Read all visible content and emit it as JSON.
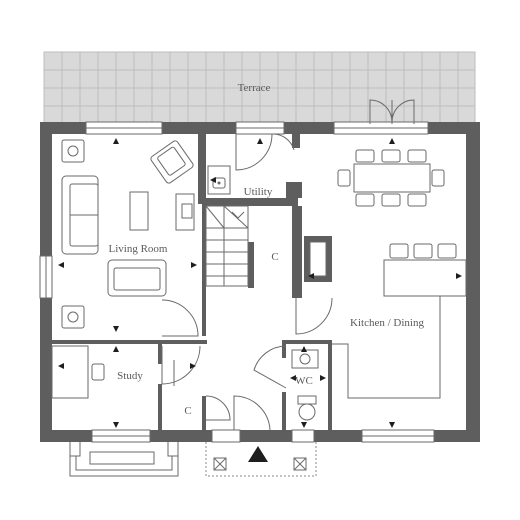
{
  "plan": {
    "rooms": {
      "terrace": "Terrace",
      "living_room": "Living Room",
      "utility": "Utility",
      "cupboard_stair": "C",
      "kitchen_dining": "Kitchen / Dining",
      "study": "Study",
      "cupboard_hall": "C",
      "wc": "WC"
    }
  },
  "colors": {
    "wall": "#5e5e5e",
    "terrace_fill": "#d9d9d9",
    "terrace_grid": "#bdbdbd",
    "arrow": "#1e1e1e",
    "line": "#6a6a6a"
  }
}
